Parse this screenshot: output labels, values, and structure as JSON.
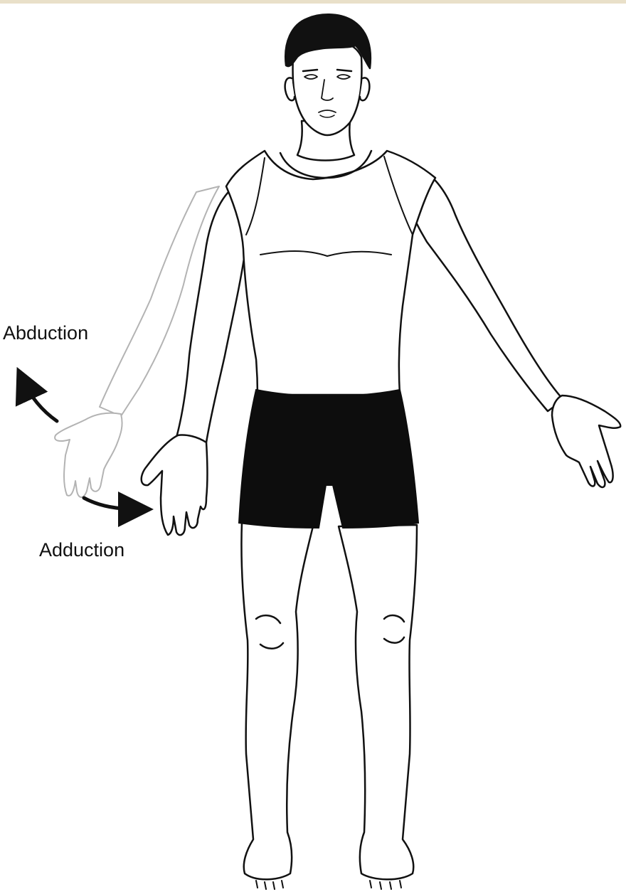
{
  "labels": {
    "abduction": "Abduction",
    "adduction": "Adduction"
  },
  "colors": {
    "line": "#111111",
    "faded_line": "#b3b3b3",
    "shorts": "#0d0d0d",
    "hair": "#111111",
    "background": "#ffffff",
    "top_strip": "#e9e0c9"
  },
  "icons": {
    "abduction_arrow": "curved-arrow-up-left",
    "adduction_arrow": "curved-arrow-right"
  }
}
